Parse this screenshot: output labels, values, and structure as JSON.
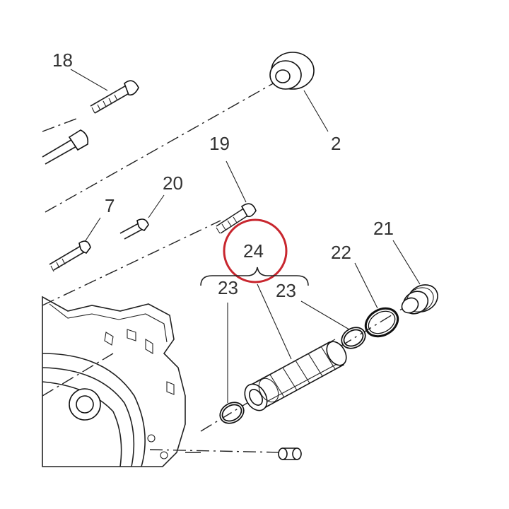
{
  "callouts": {
    "c18": "18",
    "c2": "2",
    "c19": "19",
    "c20": "20",
    "c7": "7",
    "c24": "24",
    "c23a": "23",
    "c23b": "23",
    "c22": "22",
    "c21": "21"
  },
  "highlight_color": "#c8262e"
}
